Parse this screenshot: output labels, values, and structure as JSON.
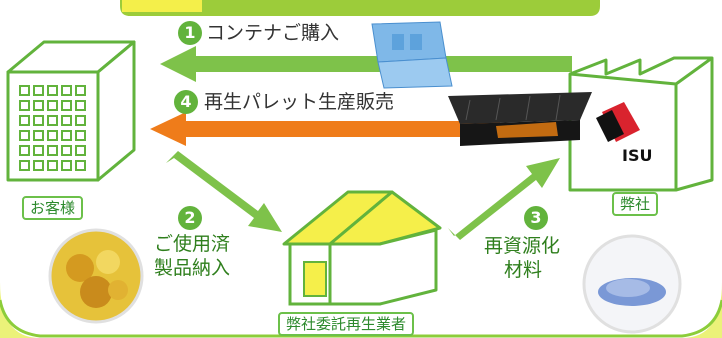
{
  "nodes": {
    "customer": "お客様",
    "company": "弊社",
    "recycler": "弊社委託再生業者",
    "logo_text": "ISU"
  },
  "steps": [
    {
      "num": "1",
      "label": "コンテナご購入"
    },
    {
      "num": "2",
      "label_line1": "ご使用済",
      "label_line2": "製品納入"
    },
    {
      "num": "3",
      "label_line1": "再資源化",
      "label_line2": "材料"
    },
    {
      "num": "4",
      "label": "再生パレット生産販売"
    }
  ],
  "colors": {
    "arrow_green": "#7ec24a",
    "arrow_orange": "#ef7c1a",
    "border_green": "#6cc04a",
    "frame_green": "#8ccd3a",
    "yellow": "#f4ef4a"
  }
}
